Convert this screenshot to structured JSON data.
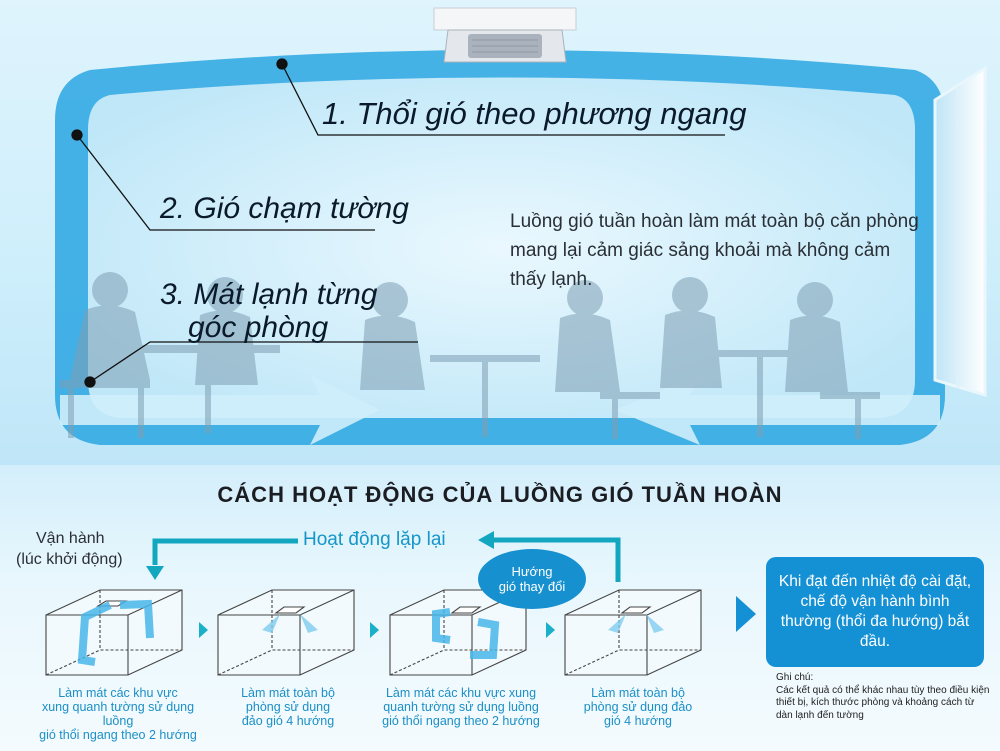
{
  "scene": {
    "callout_1": "1. Thổi gió theo phương ngang",
    "callout_2": "2. Gió chạm tường",
    "callout_3_line1": "3. Mát lạnh từng",
    "callout_3_line2": "góc phòng",
    "description": "Luồng gió tuần hoàn làm mát toàn bộ căn phòng mang lại cảm giác sảng khoải mà không cảm thấy lạnh."
  },
  "diagram": {
    "title": "CÁCH HOẠT ĐỘNG CỦA LUỒNG GIÓ TUẦN HOÀN",
    "start_label_line1": "Vận hành",
    "start_label_line2": "(lúc khởi động)",
    "repeat_label": "Hoạt động lặp lại",
    "bubble_line1": "Hướng",
    "bubble_line2": "gió thay đổi",
    "steps": [
      {
        "line1": "Làm mát các khu vực",
        "line2": "xung quanh tường sử dụng luồng",
        "line3": "gió thổi ngang theo 2 hướng"
      },
      {
        "line1": "Làm mát toàn bộ",
        "line2": "phòng sử dụng",
        "line3": "đảo gió 4 hướng"
      },
      {
        "line1": "Làm mát các khu vực xung",
        "line2": "quanh tường sử dụng luồng",
        "line3": "gió thổi ngang theo 2 hướng"
      },
      {
        "line1": "Làm mát toàn bộ",
        "line2": "phòng sử dụng đảo",
        "line3": "gió 4 hướng"
      }
    ],
    "final_box": "Khi đạt đến nhiệt độ cài đặt, chế độ vận hành bình thường (thổi đa hướng) bắt đầu.",
    "note_title": "Ghi chú:",
    "note_text": "Các kết quả có thể khác nhau tùy theo điều kiện thiết bị, kích thước phòng và khoảng cách từ dàn lạnh đến tường"
  },
  "colors": {
    "accent": "#1490d4",
    "teal": "#12a6bf",
    "flow": "#1ea1dc"
  }
}
